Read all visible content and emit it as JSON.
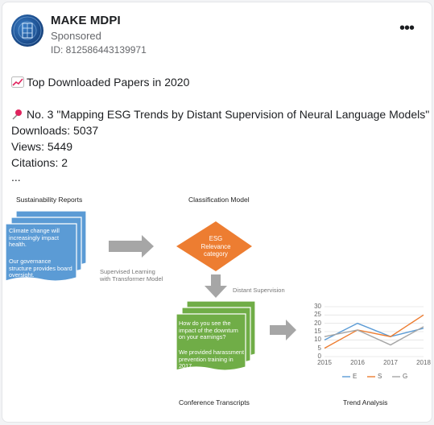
{
  "post": {
    "brand": "MAKE MDPI",
    "sponsored": "Sponsored",
    "ad_id": "ID: 812586443139971",
    "more_icon": "more-horizontal-icon",
    "more_label": "•••",
    "line1": "Top Downloaded Papers in 2020",
    "line1_icon": "chart-increasing-icon",
    "line2": "No. 3 \"Mapping ESG Trends by Distant Supervision of Neural Language Models\"",
    "line2_icon": "pushpin-icon",
    "downloads": "Downloads: 5037",
    "views": "Views: 5449",
    "citations": "Citations: 2",
    "ellipsis": "..."
  },
  "figure": {
    "sustainability_title": "Sustainability Reports",
    "sustainability_text1": "Climate change will increasingly impact health.",
    "sustainability_text2": "Our governance structure provides board oversight.",
    "classification_title": "Classification Model",
    "esg_box": "ESG Relevance category",
    "supervised_line1": "Supervised Learning",
    "supervised_line2": "with Transformer Model",
    "distant": "Distant Supervision",
    "transcript_text1": "How do you see the impact of the downturn on your earnings?",
    "transcript_text2": "We provided harassment prevention training in 2017.",
    "conference_title": "Conference Transcripts",
    "trend_title": "Trend Analysis",
    "colors": {
      "blue": "#5b9bd5",
      "orange": "#ed7d31",
      "green": "#70ad47",
      "gray": "#a5a5a5",
      "arrow": "#a6a6a6"
    }
  },
  "chart_data": {
    "type": "line",
    "x": [
      "2015",
      "2016",
      "2017",
      "2018"
    ],
    "series": [
      {
        "name": "E",
        "color": "#5b9bd5",
        "values": [
          10,
          20,
          12,
          17
        ]
      },
      {
        "name": "S",
        "color": "#ed7d31",
        "values": [
          5,
          16,
          12,
          25
        ]
      },
      {
        "name": "G",
        "color": "#a5a5a5",
        "values": [
          12,
          16,
          7,
          18
        ]
      }
    ],
    "yticks": [
      "0",
      "5",
      "10",
      "15",
      "20",
      "25",
      "30"
    ],
    "ylim": [
      0,
      30
    ],
    "legend_position": "bottom",
    "grid": true
  }
}
